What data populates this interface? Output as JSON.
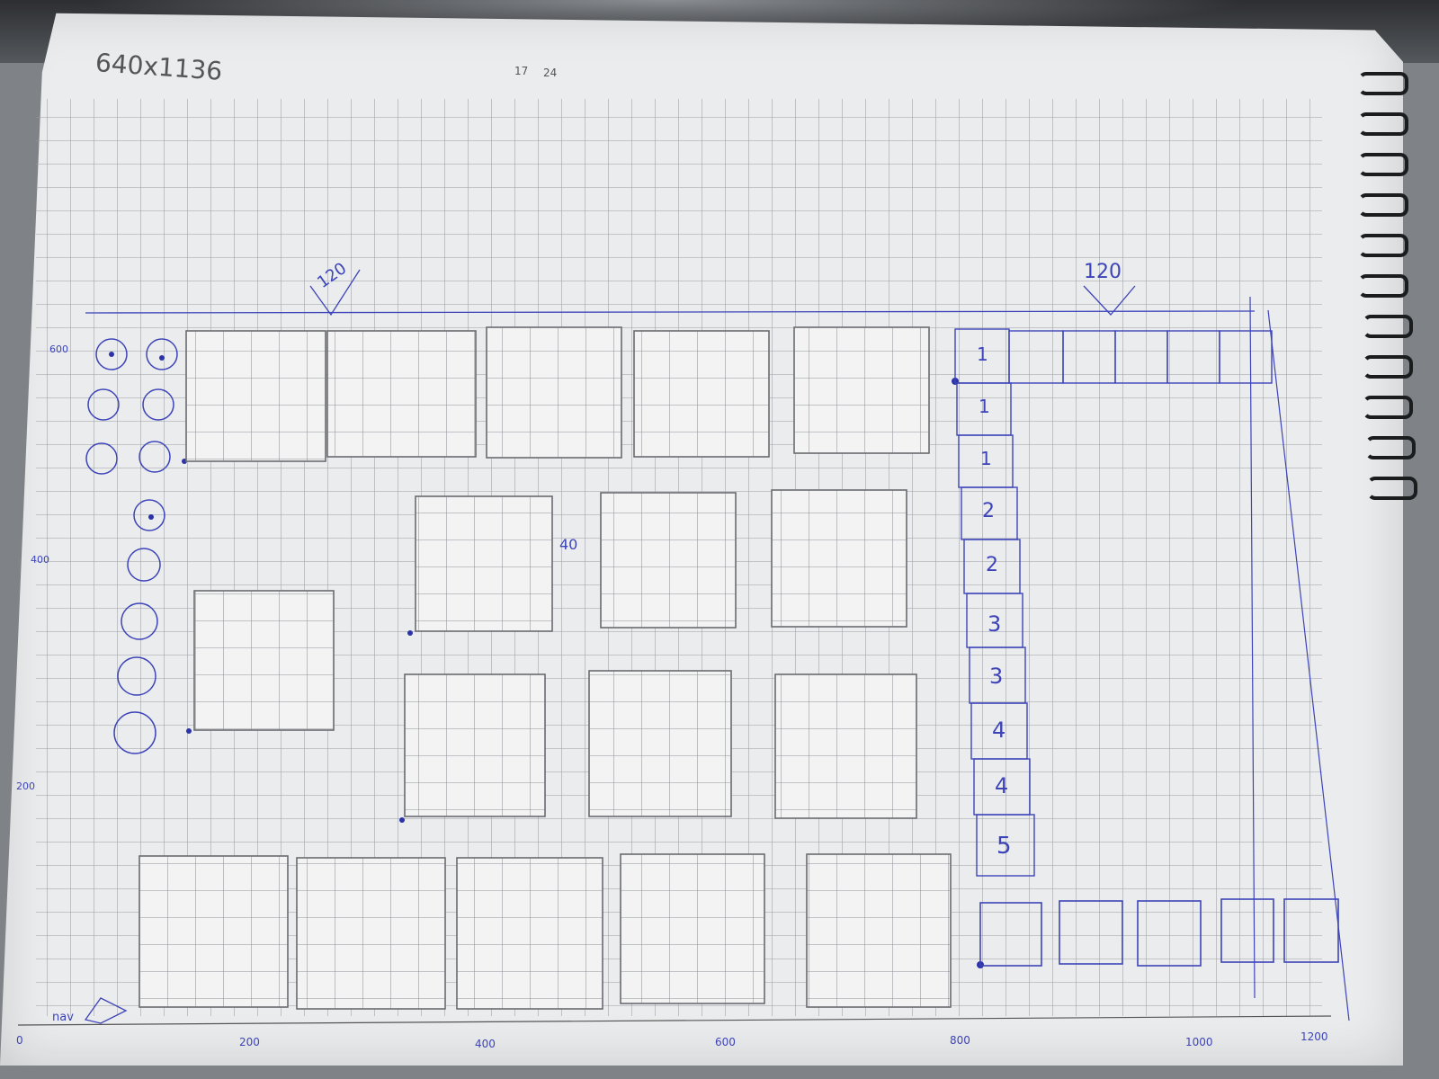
{
  "photo_subject": "hand-drawn wireframe on graph paper",
  "header_note": "640x1136",
  "header_small_numbers": [
    "17",
    "24"
  ],
  "annotations": {
    "top_callout": "120",
    "right_callout": "120",
    "mid_label": "40"
  },
  "axis_left_labels": [
    "600",
    "400",
    "200"
  ],
  "axis_bottom_labels": [
    "0",
    "200",
    "400",
    "600",
    "800",
    "1000",
    "1200"
  ],
  "bottom_left_note": "nav",
  "sidebar_numbers": [
    "1",
    "1",
    "1",
    "2",
    "2",
    "3",
    "3",
    "4",
    "4",
    "5"
  ],
  "colors": {
    "paper": "#ebecee",
    "grid": "#9a9da3",
    "ink": "#3d44b8",
    "pencil": "#555555"
  }
}
